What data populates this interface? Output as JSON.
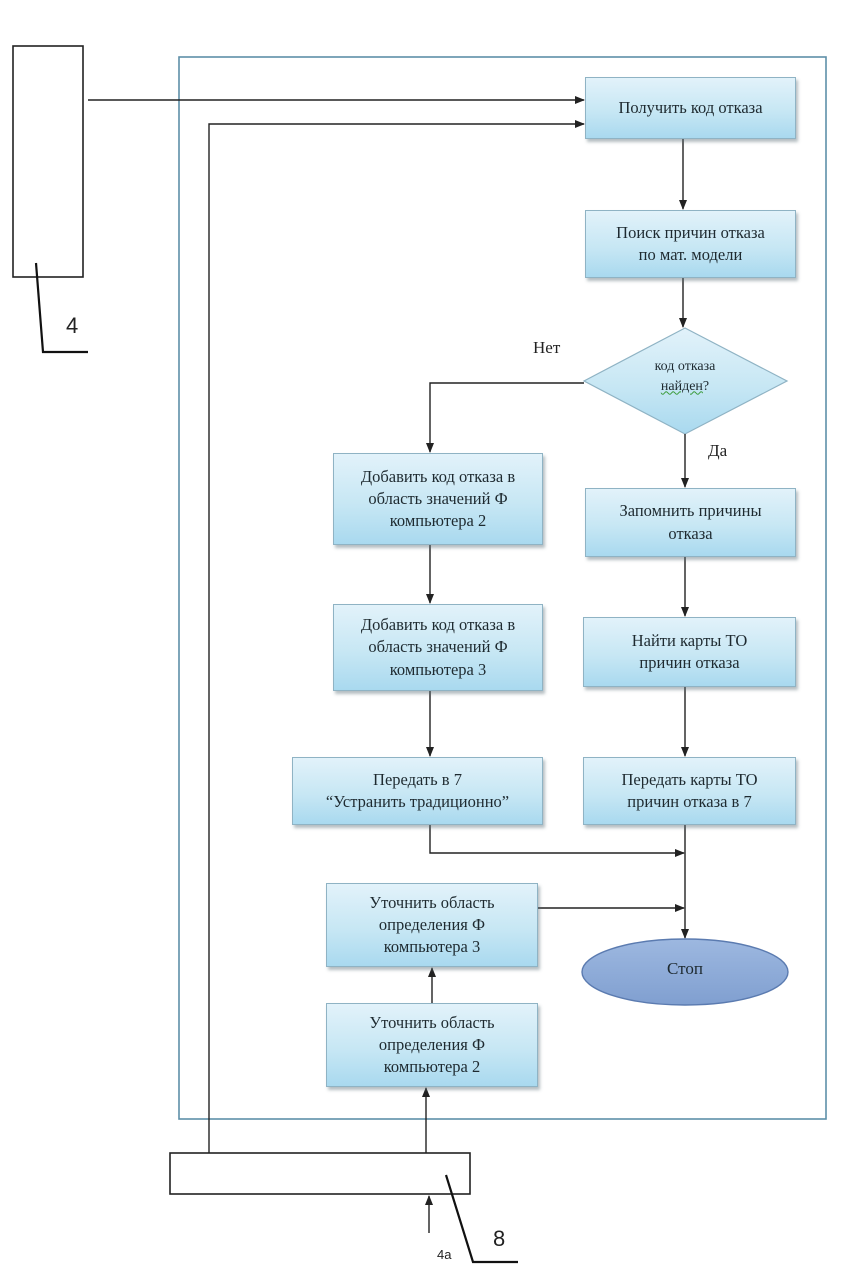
{
  "diagram": {
    "external_blocks": {
      "block_4_label": "4",
      "block_8_label": "8",
      "input_4a_label": "4a"
    },
    "colors": {
      "frame": "#5e8fa8",
      "process_fill": "#c7e7f4",
      "process_border": "#8fb3c4",
      "stop_fill": "#8eabd8",
      "stop_border": "#5b7bb0",
      "line": "#222222"
    },
    "nodes": {
      "get_code": "Получить код отказа",
      "search_causes_line1": "Поиск причин отказа",
      "search_causes_line2": "по мат. модели",
      "decision_line1": "код отказа",
      "decision_line2": "найден",
      "decision_q": "?",
      "no_label": "Нет",
      "yes_label": "Да",
      "add_code_2_line1": "Добавить код отказа в",
      "add_code_2_line2": "область значений Ф",
      "add_code_2_line3": "компьютера 2",
      "add_code_3_line1": "Добавить код отказа в",
      "add_code_3_line2": "область значений Ф",
      "add_code_3_line3": "компьютера 3",
      "transfer_trad_line1": "Передать в 7",
      "transfer_trad_line2": "“Устранить традиционно”",
      "remember_line1": "Запомнить причины",
      "remember_line2": "отказа",
      "find_cards_line1": "Найти карты ТО",
      "find_cards_line2": "причин отказа",
      "transfer_cards_line1": "Передать карты ТО",
      "transfer_cards_line2": "причин отказа в 7",
      "refine_3_line1": "Уточнить область",
      "refine_3_line2": "определения Ф",
      "refine_3_line3": "компьютера 3",
      "refine_2_line1": "Уточнить область",
      "refine_2_line2": "определения Ф",
      "refine_2_line3": "компьютера 2",
      "stop": "Стоп"
    }
  }
}
